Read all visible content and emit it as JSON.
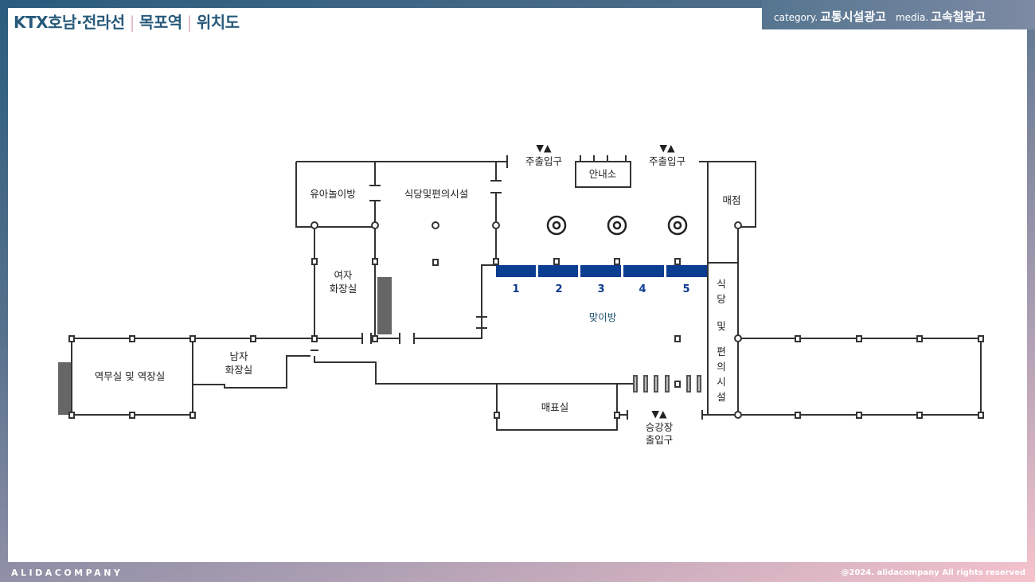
{
  "header": {
    "title_line": "KTX호남·전라선",
    "station": "목포역",
    "page": "위치도",
    "category_label": "category.",
    "category_value": "교통시설광고",
    "media_label": "media.",
    "media_value": "고속철광고"
  },
  "footer": {
    "brand": "ALIDACOMPANY",
    "copyright": "@2024. alidacompany All rights reserved"
  },
  "map": {
    "rooms": {
      "kids_room": "유아놀이방",
      "restaurant_top": "식당및편의시설",
      "womens_restroom": [
        "여자",
        "화장실"
      ],
      "mens_restroom": [
        "남자",
        "화장실"
      ],
      "office": "역무실 및 역장실",
      "info_desk": "안내소",
      "shop": "매점",
      "ticket_office": "매표실",
      "waiting_hall": "맞이방",
      "restaurant_right": [
        "식",
        "당",
        "및",
        "편",
        "의",
        "시",
        "설"
      ]
    },
    "entrances": {
      "arrows": "▼▲",
      "main_entrance": "주출입구",
      "platform_entrance": [
        "승강장",
        "출입구"
      ]
    },
    "ad_slots": [
      "1",
      "2",
      "3",
      "4",
      "5"
    ],
    "colors": {
      "ad_slot": "#0b3d91",
      "walls": "#333333"
    }
  }
}
